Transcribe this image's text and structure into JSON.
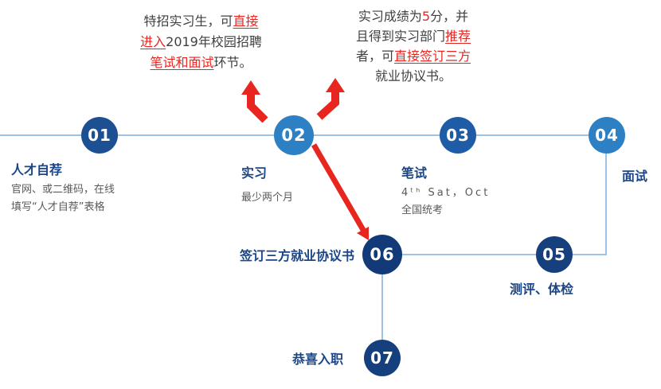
{
  "colors": {
    "dark_blue": "#163f7d",
    "deep_blue": "#123a78",
    "navy_blue": "#1d4f93",
    "mid_blue": "#1e5ca6",
    "light_blue": "#2e80c4",
    "line_blue": "#9cc2e5",
    "title_blue": "#1a4587",
    "text_gray": "#595959",
    "red": "#e8251f"
  },
  "notes": {
    "left": {
      "l1a": "特招实习生，可",
      "l1b": "直接",
      "l2a": "进入",
      "l2b": "2019年校园招聘",
      "l3a": "笔试和面试",
      "l3b": "环节。"
    },
    "right": {
      "l1a": "实习成绩为",
      "l1b": "5",
      "l1c": "分，并",
      "l2a": "且得到实习部门",
      "l2b": "推荐",
      "l3a": "者，可",
      "l3b": "直接签订三方",
      "l4a": "就业协议书。"
    }
  },
  "steps": [
    {
      "num": "01",
      "title": "人才自荐",
      "desc": [
        "官网、或二维码，在线",
        "填写“人才自荐”表格"
      ]
    },
    {
      "num": "02",
      "title": "实习",
      "desc": [
        "最少两个月"
      ]
    },
    {
      "num": "03",
      "title": "笔试",
      "desc": [
        "4ᵗʰ Sat，Oct",
        "全国统考"
      ]
    },
    {
      "num": "04",
      "title": "面试",
      "desc": []
    },
    {
      "num": "05",
      "title": "测评、体检",
      "desc": []
    },
    {
      "num": "06",
      "title": "签订三方就业协议书",
      "desc": []
    },
    {
      "num": "07",
      "title": "恭喜入职",
      "desc": []
    }
  ]
}
